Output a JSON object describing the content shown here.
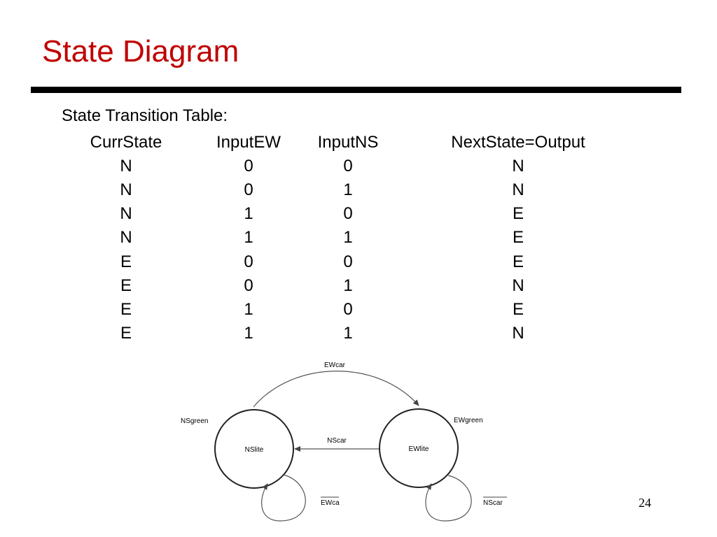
{
  "slide": {
    "title": "State Diagram",
    "subtitle": "State Transition Table:",
    "page_number": "24"
  },
  "table": {
    "headers": [
      "CurrState",
      "InputEW",
      "InputNS",
      "NextState=Output"
    ],
    "rows": [
      [
        "N",
        "0",
        "0",
        "N"
      ],
      [
        "N",
        "0",
        "1",
        "N"
      ],
      [
        "N",
        "1",
        "0",
        "E"
      ],
      [
        "N",
        "1",
        "1",
        "E"
      ],
      [
        "E",
        "0",
        "0",
        "E"
      ],
      [
        "E",
        "0",
        "1",
        "N"
      ],
      [
        "E",
        "1",
        "0",
        "E"
      ],
      [
        "E",
        "1",
        "1",
        "N"
      ]
    ]
  },
  "diagram": {
    "states": [
      {
        "id": "NSlite",
        "label": "NSlite",
        "output_label": "NSgreen"
      },
      {
        "id": "EWlite",
        "label": "EWlite",
        "output_label": "EWgreen"
      }
    ],
    "transitions": [
      {
        "from": "NSlite",
        "to": "EWlite",
        "label": "EWcar"
      },
      {
        "from": "EWlite",
        "to": "NSlite",
        "label": "NScar"
      },
      {
        "from": "NSlite",
        "to": "NSlite",
        "label": "EWca"
      },
      {
        "from": "EWlite",
        "to": "EWlite",
        "label": "NScar"
      }
    ]
  }
}
